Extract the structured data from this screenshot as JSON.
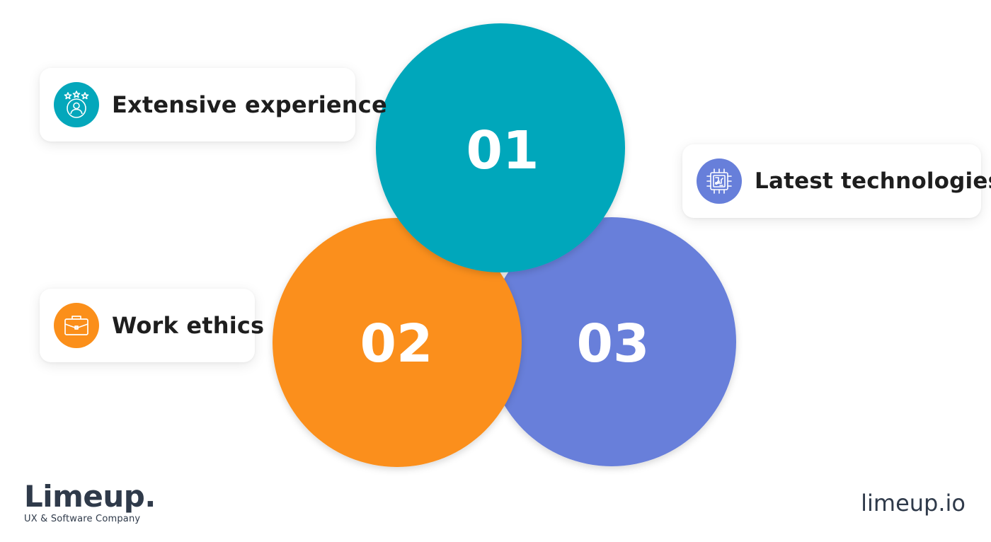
{
  "circles": [
    {
      "number": "01",
      "color": "#04a7bb"
    },
    {
      "number": "02",
      "color": "#fb8f1a"
    },
    {
      "number": "03",
      "color": "#677fda"
    }
  ],
  "cards": [
    {
      "label": "Extensive experience",
      "icon": "stars-person-icon",
      "color": "#04a7bb"
    },
    {
      "label": "Latest technologies",
      "icon": "circuit-chip-icon",
      "color": "#677fda"
    },
    {
      "label": "Work ethics",
      "icon": "briefcase-icon",
      "color": "#fb8f1a"
    }
  ],
  "brand": {
    "name": "Limeup.",
    "tagline": "UX & Software Company",
    "website": "limeup.io"
  }
}
